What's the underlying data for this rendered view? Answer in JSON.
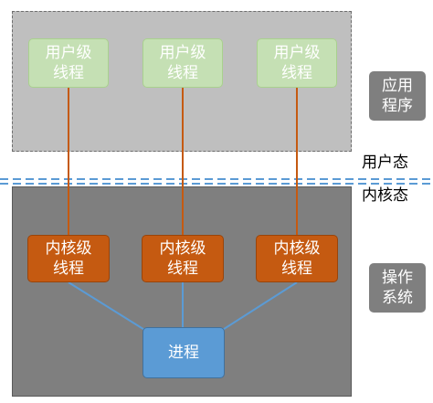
{
  "user_space": {
    "threads": [
      {
        "label": "用户级\n线程"
      },
      {
        "label": "用户级\n线程"
      },
      {
        "label": "用户级\n线程"
      }
    ],
    "side_label": "应用\n程序",
    "mode_label": "用户态"
  },
  "kernel_space": {
    "threads": [
      {
        "label": "内核级\n线程"
      },
      {
        "label": "内核级\n线程"
      },
      {
        "label": "内核级\n线程"
      }
    ],
    "process_label": "进程",
    "side_label": "操作\n系统",
    "mode_label": "内核态"
  },
  "colors": {
    "user_thread_fill": "#c5e0b4",
    "kernel_thread_fill": "#c55a11",
    "process_fill": "#5b9bd5",
    "user_region_fill": "#bfbfbf",
    "kernel_region_fill": "#7f7f7f",
    "mapping_line": "#c55a11",
    "process_line": "#5b9bd5",
    "boundary_line": "#5b9bd5"
  }
}
